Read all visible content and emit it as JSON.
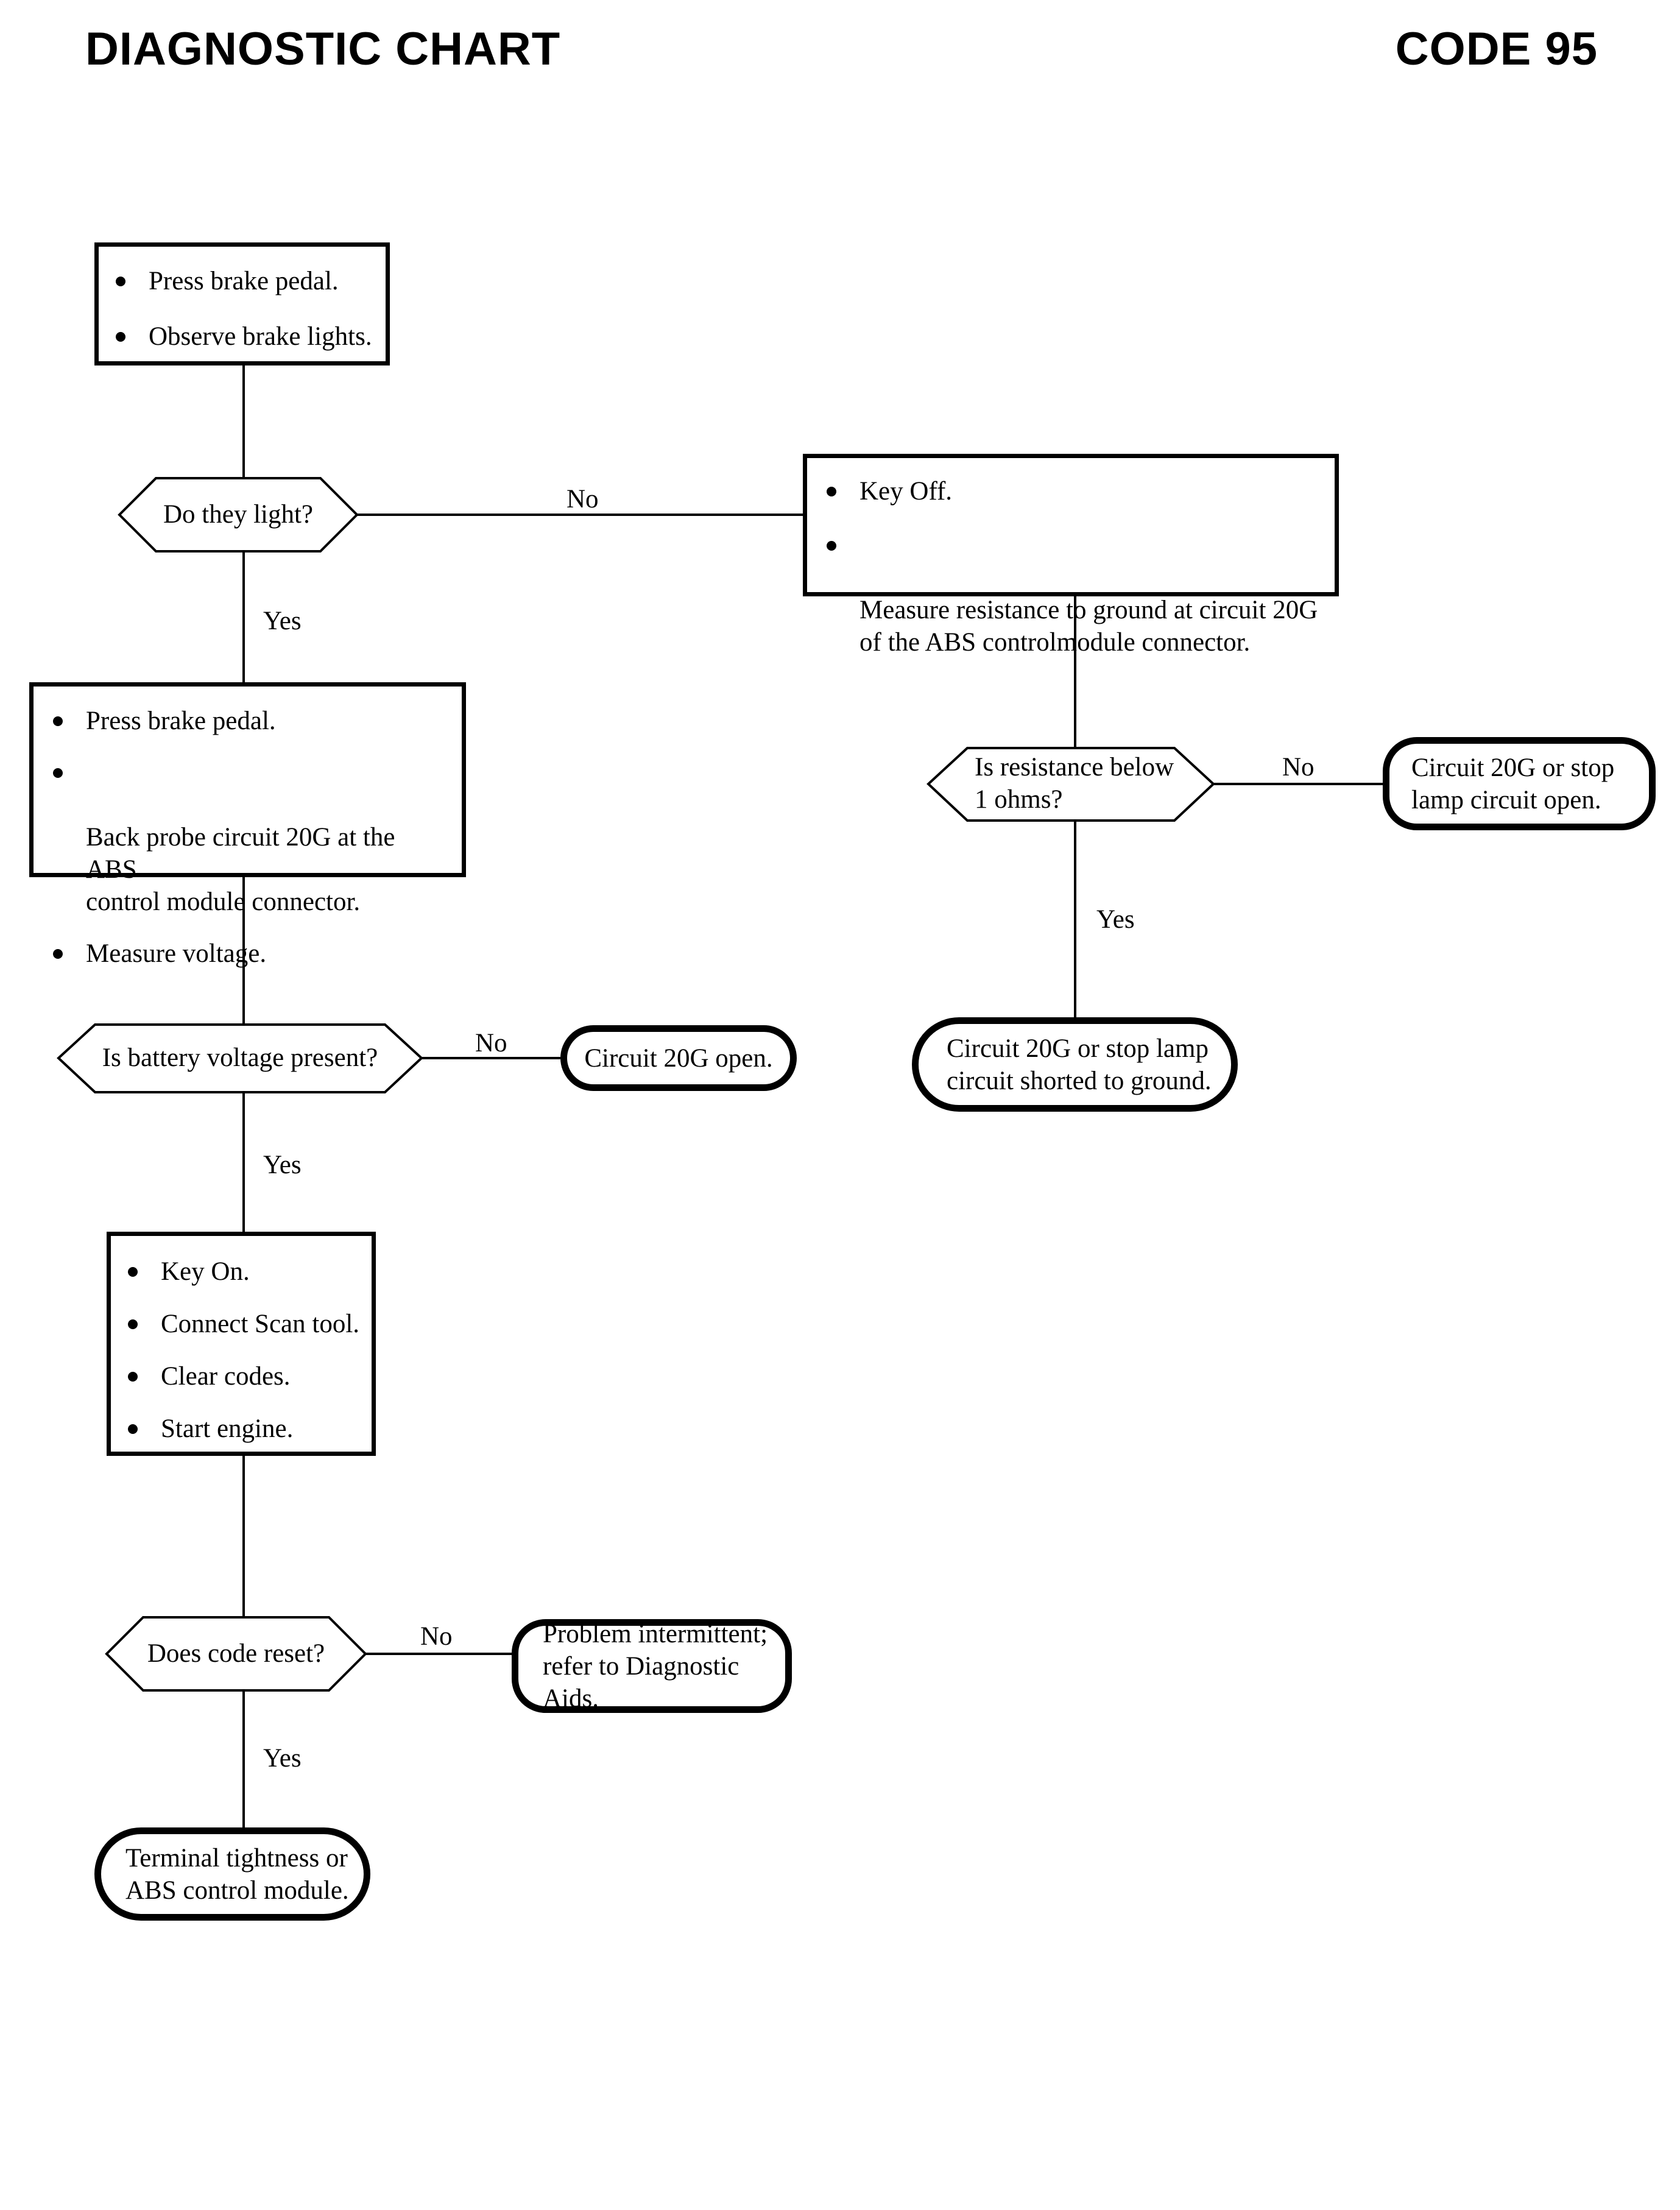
{
  "header": {
    "title": "DIAGNOSTIC CHART",
    "code": "CODE 95"
  },
  "chart_data": {
    "type": "flowchart",
    "title": "DIAGNOSTIC CHART",
    "code": "CODE 95",
    "nodes": [
      {
        "id": "p1",
        "shape": "process",
        "items": [
          "Press brake pedal.",
          "Observe brake lights."
        ]
      },
      {
        "id": "d1",
        "shape": "decision",
        "text": "Do they light?"
      },
      {
        "id": "p2",
        "shape": "process",
        "items": [
          "Key Off.",
          "Measure resistance to ground at circuit 20G\nof the ABS controlmodule connector."
        ]
      },
      {
        "id": "p3",
        "shape": "process",
        "items": [
          "Press brake pedal.",
          "Back probe circuit 20G at the ABS\ncontrol module connector.",
          "Measure voltage."
        ]
      },
      {
        "id": "d2",
        "shape": "decision",
        "text": "Is resistance below\n1 ohms?"
      },
      {
        "id": "t1",
        "shape": "terminal",
        "text": "Circuit 20G or stop\nlamp circuit open."
      },
      {
        "id": "d3",
        "shape": "decision",
        "text": "Is battery voltage present?"
      },
      {
        "id": "t2",
        "shape": "terminal",
        "text": "Circuit 20G open."
      },
      {
        "id": "t3",
        "shape": "terminal",
        "text": "Circuit 20G or stop lamp\ncircuit shorted to ground."
      },
      {
        "id": "p4",
        "shape": "process",
        "items": [
          "Key On.",
          "Connect Scan tool.",
          "Clear codes.",
          "Start engine."
        ]
      },
      {
        "id": "d4",
        "shape": "decision",
        "text": "Does code reset?"
      },
      {
        "id": "t4",
        "shape": "terminal",
        "text": "Problem intermittent;\nrefer to Diagnostic Aids."
      },
      {
        "id": "t5",
        "shape": "terminal",
        "text": "Terminal tightness or\nABS control module."
      }
    ],
    "edges": [
      {
        "from": "p1",
        "to": "d1",
        "label": ""
      },
      {
        "from": "d1",
        "to": "p2",
        "label": "No"
      },
      {
        "from": "d1",
        "to": "p3",
        "label": "Yes"
      },
      {
        "from": "p2",
        "to": "d2",
        "label": ""
      },
      {
        "from": "d2",
        "to": "t1",
        "label": "No"
      },
      {
        "from": "d2",
        "to": "t3",
        "label": "Yes"
      },
      {
        "from": "p3",
        "to": "d3",
        "label": ""
      },
      {
        "from": "d3",
        "to": "t2",
        "label": "No"
      },
      {
        "from": "d3",
        "to": "p4",
        "label": "Yes"
      },
      {
        "from": "p4",
        "to": "d4",
        "label": ""
      },
      {
        "from": "d4",
        "to": "t4",
        "label": "No"
      },
      {
        "from": "d4",
        "to": "t5",
        "label": "Yes"
      }
    ]
  },
  "box_press_observe": {
    "item0": "Press brake pedal.",
    "item1": "Observe brake lights."
  },
  "decision_do_they_light": {
    "text": "Do they light?",
    "no_label": "No",
    "yes_label": "Yes"
  },
  "box_key_off": {
    "item0": "Key Off.",
    "item1": "Measure resistance to ground at circuit 20G\nof the ABS controlmodule connector."
  },
  "box_back_probe": {
    "item0": "Press brake pedal.",
    "item1": "Back probe circuit 20G at the ABS\ncontrol module connector.",
    "item2": "Measure voltage."
  },
  "decision_resistance": {
    "text": "Is resistance below\n1 ohms?",
    "no_label": "No",
    "yes_label": "Yes"
  },
  "terminal_open": {
    "text": "Circuit 20G or stop\nlamp circuit open."
  },
  "terminal_shorted": {
    "text": "Circuit 20G or stop lamp\ncircuit shorted to ground."
  },
  "decision_battery": {
    "text": "Is battery voltage present?",
    "no_label": "No",
    "yes_label": "Yes"
  },
  "terminal_20g_open": {
    "text": "Circuit 20G open."
  },
  "box_key_on": {
    "item0": "Key On.",
    "item1": "Connect Scan tool.",
    "item2": "Clear codes.",
    "item3": "Start engine."
  },
  "decision_code_reset": {
    "text": "Does code reset?",
    "no_label": "No",
    "yes_label": "Yes"
  },
  "terminal_intermittent": {
    "text": "Problem intermittent;\nrefer to Diagnostic Aids."
  },
  "terminal_tightness": {
    "text": "Terminal tightness or\nABS control module."
  },
  "colors": {
    "ink": "#000000",
    "paper": "#ffffff"
  }
}
